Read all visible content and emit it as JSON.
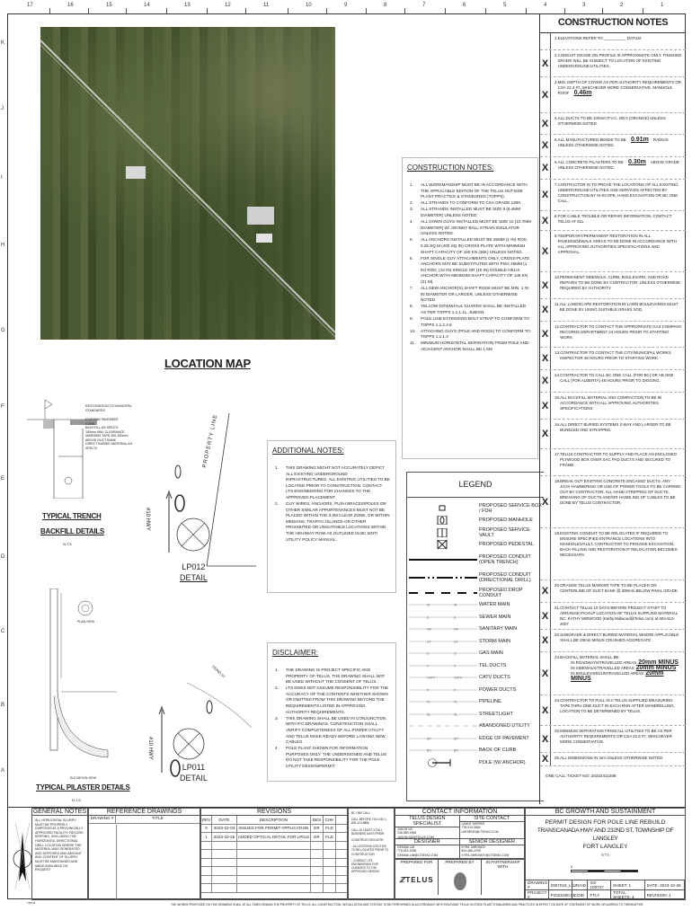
{
  "sheet": {
    "columns": [
      "17",
      "16",
      "15",
      "14",
      "13",
      "12",
      "11",
      "10",
      "9",
      "8",
      "7",
      "6",
      "5",
      "4",
      "3",
      "2",
      "1"
    ],
    "rows": [
      "K",
      "J",
      "I",
      "H",
      "G",
      "F",
      "E",
      "D",
      "C",
      "B",
      "A"
    ]
  },
  "location_map": {
    "title": "LOCATION MAP",
    "hwy_label": "#10 HWY",
    "property_label": "PROPERTY LINE",
    "road_label": "232ND ST"
  },
  "trench": {
    "title1": "TYPICAL TRENCH",
    "title2": "BACKFILL DETAILS",
    "scale": "N.T.S.",
    "labels": [
      "RESTORATION TO MUNICIPAL STANDARDS",
      "EXISTING PAVEMENT",
      "CURB",
      "BACKFILL AS SPEC'D",
      "150mm MIN. CLEARANCE",
      "WARNING TAPE 300-450mm ABOVE DUCT BANK",
      "DIRECT BURIED MATERIAL AS SPEC'D"
    ]
  },
  "pilaster": {
    "title": "TYPICAL PILASTER DETAILS",
    "scale": "N.T.S.",
    "plan_view": "PLAN VIEW",
    "elevation_view": "ELEVATION VIEW"
  },
  "details": [
    {
      "name": "LP012",
      "label": "DETAIL"
    },
    {
      "name": "LP011",
      "label": "DETAIL"
    }
  ],
  "construction_notes": {
    "title": "CONSTRUCTION NOTES:",
    "items": [
      "ALL WORKMANSHIP MUST BE IN ACCORDANCE WITH THE APPLICABLE EDITION OF THE TELUS OUTSIDE PLANT PRACTICE & STANDARDS (TOPPS).",
      "ALL STRANDS TO CONFORM TO CSA GRADE 1300.",
      "ALL STRANDS INSTALLED MUST BE SIZE 6 (6.4MM DIAMETER) UNLESS NOTED.",
      "ALL DOWN GUYS INSTALLED MUST BE SIZE 10 (10.7MM DIAMETER) W/ JOHNNY BALL STRAIN INSULATOR UNLESS NOTED.",
      "ALL ANCHORS INSTALLED MUST BE 25MM (1 IN) ROD, 0.25 SQ.M (400 SQ IN) CROSS-PLATE WITH MINIMUM SHAFT CAPACITY OF 160 KN (36K) UNLESS NOTED.",
      "FOR SINGLE GUY ATTACHMENTS ONLY, CROSS-PLATE ANCHORS MAY BE SUBSTITUTED WITH PISA 25MM (1 IN) ROD, (14 IN) SINGLE OR (10 IN) DOUBLE HELIX ANCHOR WITH MINIMUM SHAFT CAPACITY OF 136 KN (31 M).",
      "ALL NEW ANCHOR(S) SHAFT RODS MUST BE MIN. 1 IN IN DIAMETER OR LARGER, UNLESS OTHERWISE NOTED.",
      "YELLOW DOWNHAUL GUARDS SHALL BE INSTALLED AS PER TOPPS 1.1.1.11, JUBIGN.",
      "POLE LINE EXTENSION BOLT STRAP TO CONFORM TO TOPPS 1.1.2.4.5",
      "ATTACHING GUYS (POLE AND RODS) TO CONFORM TO TOPPS 1.1.1.4",
      "MINIMUM HORIZONTAL SEPARATION FROM POLE AND ADJACENT ANCHOR SHALL BE 1.5M"
    ]
  },
  "additional_notes": {
    "title": "ADDITIONAL NOTES:",
    "items": [
      "THIS DRAWING MIGHT NOT ACCURATELY DEPICT ALL EXISTING UNDERGROUND INFRASTRUCTURES. ALL EXISTING UTILITIES TO BE LOCATED PRIOR TO CONSTRUCTION. CONTACT LTS ENGINEERING FOR CHANGES TO THE APPROVED PLACEMENT.",
      "GUY WIRES, ANCHORS, PUSH BRACES/POLES OR OTHER SIMILAR APPURTENANCES MUST NOT BE PLACED WITHIN THE 3.0M CLEAR ZONE, OR WITHIN MEDIANS, TRAFFIC ISLANDS OR OTHER PROHIBITED OR UNSUITABLE LOCATIONS WITHIN THE HIGHWAY ROW AS OUTLINED IN BC MOTI UTILITY POLICY MANUAL."
    ]
  },
  "disclaimer": {
    "title": "DISCLAIMER:",
    "items": [
      "THE DRAWING IS PROJECT SPECIFIC AND PROPERTY OF TELUS, THE DRAWING SHALL NOT BE USED WITHOUT THE CONSENT OF TELUS.",
      "LTS DOES NOT ASSUME RESPONSIBILITY FOR THE ACCURACY OF THE CONTENTS WHETHER SHOWN OR OMITTED FROM THIS DRAWING BEYOND THE REQUIREMENTS LISTED IN APPROVING AUTHORITY REQUIREMENTS.",
      "THIS DRAWING SHALL BE USED IN CONJUNCTION WITH IFC DRAWINGS. CONSTRUCTION SHALL VERIFY COMPLETENESS OF ALL POWER UTILITY AND TELUS MAKE READY BEFORE LASHING NEW CABLES.",
      "POLE PLANT SHOWN FOR INFORMATION PURPOSES ONLY. THE UNDERSIGNED AND TELUS DO NOT TAKE RESPONSIBILITY FOR THE POLE UTILITY DESIGN/PERMIT."
    ]
  },
  "legend": {
    "title": "LEGEND",
    "items": [
      {
        "label": "PROPOSED SERVICE BOX / FDH",
        "symbol": "small-box"
      },
      {
        "label": "PROPOSED MANHOLE",
        "symbol": "manhole"
      },
      {
        "label": "PROPOSED SERVICE VAULT",
        "symbol": "vault"
      },
      {
        "label": "PROPOSED PEDESTAL",
        "symbol": "pedestal"
      },
      {
        "label": "PROPOSED CONDUIT (OPEN TRENCH)",
        "symbol": "solid-thick"
      },
      {
        "label": "PROPOSED CONDUIT (DIRECTIONAL DRILL)",
        "symbol": "dash-dot-thick"
      },
      {
        "label": "PROPOSED DROP CONDUIT",
        "symbol": "dash-thick"
      },
      {
        "label": "WATER MAIN",
        "symbol": "line",
        "code": "W"
      },
      {
        "label": "SEWER MAIN",
        "symbol": "line",
        "code": "S"
      },
      {
        "label": "SANITARY MAIN",
        "symbol": "line",
        "code": "SA"
      },
      {
        "label": "STORM MAIN",
        "symbol": "line",
        "code": "ST"
      },
      {
        "label": "GAS MAIN",
        "symbol": "line",
        "code": "G"
      },
      {
        "label": "TEL DUCTS",
        "symbol": "line",
        "code": "T"
      },
      {
        "label": "CATV DUCTS",
        "symbol": "line",
        "code": "CATV"
      },
      {
        "label": "POWER DUCTS",
        "symbol": "line",
        "code": "P"
      },
      {
        "label": "PIPELINE",
        "symbol": "line",
        "code": "PL"
      },
      {
        "label": "STREETLIGHT",
        "symbol": "line",
        "code": "SL"
      },
      {
        "label": "ABANDONED UTILITY",
        "symbol": "dash-thin"
      },
      {
        "label": "EDGE OF PAVEMENT",
        "symbol": "line",
        "code": "EP"
      },
      {
        "label": "BACK OF CURB",
        "symbol": "line",
        "code": "BC"
      },
      {
        "label": "POLE (W/ ANCHOR)",
        "symbol": "pole-anchor"
      }
    ]
  },
  "right_notes": {
    "title": "CONSTRUCTION NOTES",
    "mark": "X",
    "items": [
      {
        "n": "1.",
        "text": "ELEVATIONS REFER TO __________ DATUM.",
        "x": false
      },
      {
        "n": "2.",
        "text": "CONDUIT GRADE ON PROFILE IS APPROXIMATE ONLY. FINISHED GRADE WILL BE SUBJECT TO LOCATION OF EXISTING UNDERGROUND UTILITIES.",
        "x": true
      },
      {
        "n": "3.",
        "text": "MIN. DEPTH OF COVER AS PER AUTHORITY REQUIREMENTS OR CSA 22.3 #7, WHICHEVER MORE CONSERVATIVE. MANHOLE ROOF",
        "value": "0.46m",
        "x": true
      },
      {
        "n": "4.",
        "text": "ALL DUCTS TO BE 100mm P.V.C. DB II (ORANGE) UNLESS OTHERWISE NOTED.",
        "x": true
      },
      {
        "n": "5.",
        "text": "ALL MANUFACTURED BENDS TO BE",
        "value": "0.91m",
        "text2": "RADIUS UNLESS OTHERWISE NOTED.",
        "x": true
      },
      {
        "n": "6.",
        "text": "ALL CONCRETE PILASTERS TO BE",
        "value": "0.30m",
        "text2": "ABOVE GRADE UNLESS OTHERWISE NOTED.",
        "x": true
      },
      {
        "n": "7.",
        "text": "CONTRACTOR IS TO PROVE THE LOCATIONS OF ALL EXISTING UNDERGROUND UTILITIES AND SERVICES AFFECTED BY CONSTRUCTION BY M-SCOPE, HAND EXCAVATION OR BC ONE CALL.",
        "x": true
      },
      {
        "n": "8.",
        "text": "FOR CABLE TROUBLE OR REPAIR INFORMATION, CONTACT TELUS AT 611.",
        "x": true
      },
      {
        "n": "9.",
        "text": "TEMPORARY/PERMANENT RESTORATION IN ALL PAVED/SIDEWALK AREAS TO BE DONE IN ACCORDANCE WITH ALL APPROVING AUTHORITIES SPECIFICATIONS AND APPROVAL.",
        "x": true
      },
      {
        "n": "10.",
        "text": "PERMANENT SIDEWALK, CURB, BOULEVARD, AND ROAD REPAIRS TO BE DONE BY CONTRACTOR, UNLESS OTHERWISE REQUIRED BY AUTHORITY.",
        "x": true
      },
      {
        "n": "11.",
        "text": "ALL LANDSCAPE RESTORATION IN LAWN BOULEVARDS MUST BE DONE BY USING SUITABLE GRASS SOD.",
        "x": true
      },
      {
        "n": "12.",
        "text": "CONTRACTOR TO CONTACT THE APPROPRIATE GAS COMPANY RECORDS DEPARTMENT 24 HOURS PRIOR TO STARTING WORK.",
        "x": true
      },
      {
        "n": "13.",
        "text": "CONTRACTOR TO CONTACT THE CITY/MUNICIPAL WORKS INSPECTOR 48 HOURS PRIOR TO STARTING WORK.",
        "x": true
      },
      {
        "n": "14.",
        "text": "CONTRACTOR TO CALL BC ONE CALL (FOR BC) OR AB ONE CALL (FOR ALBERTA) 48 HOURS PRIOR TO DIGGING.",
        "x": true
      },
      {
        "n": "15.",
        "text": "ALL BACKFILL MATERIAL AND COMPACTION TO BE IN ACCORDANCE WITH ALL APPROVING AUTHORITIES SPECIFICATIONS.",
        "x": true
      },
      {
        "n": "16.",
        "text": "ALL DIRECT BURIED SYSTEMS 2-WAY AND LARGER TO BE BUNDLED AND STRAPPED.",
        "x": true
      },
      {
        "n": "17.",
        "text": "TELUS CONTRACTOR TO SUPPLY AND PLACE AN ENCLOSED PLYWOOD BOX OVER SAC PAD DUCTS AND SECURED TO FRAME.",
        "x": false
      },
      {
        "n": "18.",
        "text": "BREAK OUT EXISTING CONCRETE ENCASED DUCTS. ANY JACK-HAMMERING OR USE OF POWER TOOLS TO BE CARRIED OUT BY CONTRACTOR. ALL HAND STRIPPING OF DUCTS, BREAKING OF DUCTS AND/OR HANDLING OF CABLES TO BE DONE BY TELUS CONTRACTOR.",
        "x": true
      },
      {
        "n": "19.",
        "text": "EXISTING CONDUIT TO BE RELOCATED IF REQUIRED TO ENSURE SPECIFIED ENTRANCE LOCATIONS INTO MANHOLE/VAULT. CONTRACTOR TO PROVIDE EXCAVATION, BACK-FILLING AND RESTORATION IF RELOCATION BECOMES NECESSARY.",
        "x": false
      },
      {
        "n": "20.",
        "text": "ORANGE TELUS MARKER TAPE TO BE PLACED ON CENTERLINE OF DUCT BANK @ 300mm BELOW FINAL GRADE.",
        "x": true
      },
      {
        "n": "21.",
        "text": "CONTACT TELUS 10 DAYS BEFORE PROJECT START TO ARRANGE PICKUP LOCATION OF TELUS SUPPLIED MATERIAL. BC: KATHY MIDWOOD (Kathy.Midwood@Telus.com) at 604-813-2007",
        "x": true
      },
      {
        "n": "22.",
        "text": "SUBGRADE & DIRECT BURIED MATERIAL WHERE APPLICABLE SHALL BE 20mm MINUS CRUSHED AGGREGATE.",
        "x": true
      },
      {
        "n": "23.",
        "text": "BACKFILL MATERIAL SHALL BE:",
        "sub": [
          {
            "label": "IN ROADWAYS/TRAVELLED AREAS",
            "value": "20mm MINUS"
          },
          {
            "label": "IN SIDEWALK/TRAVELLED AREAS",
            "value": "20mm MINUS"
          },
          {
            "label": "IN BOULEVARD/UNTRAVELLED AREAS",
            "value": "20mm MINUS"
          }
        ],
        "x": true
      },
      {
        "n": "24.",
        "text": "CONTRACTOR TO PULL IN A TELUS SUPPLIED MEASURING TAPE THRU ONE DUCT IN EACH RUN AFTER MANDRELLING, LOCATION TO BE DETERMINED BY TELUS.",
        "x": true
      },
      {
        "n": "25.",
        "text": "MINIMUM SEPARATION FROM ALL UTILITIES TO BE AS PER AUTHORITY REQUIREMENTS OR CSA 22.3 #7, WHICHEVER MORE CONSERVATIVE.",
        "x": true
      },
      {
        "n": "26.",
        "text": "ALL DIMENSIONS IN mm UNLESS OTHERWISE NOTED.",
        "x": true
      }
    ],
    "ticket": "ONE CALL TICKET NO: 20232411288"
  },
  "title_block": {
    "general_notes": {
      "title": "GENERAL NOTES",
      "text": "ALL HORIZONTAL SLURRY MUST BE PROPERLY DISPOSED AT A PROVINCIALLY APPROVED FACILITY. RECORD KEEPING, INCLUDING THE HORIZONTAL DIRECTIONAL DRILL LOCATION WHERE THE MATERIAL WAS GENERATED AND DISPOSED AND AMOUNT AND CONTENT OF SLURRY, MUST BE MAINTAINED AND MADE AVAILABLE ON REQUEST."
    },
    "reference": {
      "title": "REFERENCE DRAWINGS",
      "col_drawing": "DRAWING #",
      "col_title": "TITLE"
    },
    "revisions": {
      "title": "REVISIONS",
      "cols": [
        "REV",
        "DATE",
        "DESCRIPTION",
        "DES",
        "CHK"
      ],
      "rows": [
        [
          "0",
          "2023-10-03",
          "ISSUED FOR PERMIT APPLICATION",
          "ER",
          "FLD"
        ],
        [
          "1",
          "2023-10-26",
          "ADDED OPTICAL DETAIL FOR LP012",
          "ER",
          "FLD"
        ]
      ]
    },
    "call_notes": [
      "BC ONE CALL",
      "CALL BEFORE YOU DIG 1-800-474-6886",
      "CALL AT LEAST 3 FULL BUSINESS DAYS PRIOR",
      "CONSTRUCTION NOTE:",
      "- ALL EXISTING UTILITIES TO BE LOCATED PRIOR TO CONSTRUCTION",
      "- CONSULT LTS ENGINEERING FOR CHANGES TO THE APPROVED DESIGN"
    ],
    "contact": {
      "title": "CONTACT INFORMATION",
      "sections": [
        {
          "title": "TELUS DESIGN SPECIALIST",
          "lines": [
            "JASON NG",
            "236-989-1965",
            "JASON.NG@TELUS.COM"
          ]
        },
        {
          "title": "SITE CONTACT",
          "lines": [
            "LANCE MORRIS",
            "778-919-5684",
            "LMORRIS@LTSENG.COM"
          ]
        },
        {
          "title": "DESIGNER",
          "lines": [
            "GEMMA LIM",
            "778-919-2098",
            "GEMMA.LIM@LTSENG.COM"
          ]
        },
        {
          "title": "SENIOR DESIGNER",
          "lines": [
            "KYRIL MIRONOV",
            "604-486-2035",
            "KYRIL.MIRONOV@LTSENG.COM"
          ]
        }
      ],
      "prepared_for": "PREPARED FOR",
      "prepared_by": "PREPARED BY",
      "partnership": "IN PARTNERSHIP WITH",
      "telus_logo": "TELUS"
    },
    "project": {
      "header": "BC GROWTH AND SUSTAINMENT",
      "line1": "PERMIT DESIGN FOR POLE LINE REBUILD",
      "line2": "TRANSCANADA HWY AND 232ND ST, TOWNSHIP OF LANGLEY",
      "line3": "FORT LANGLEY",
      "scale": "NTS",
      "scale_zero": "0"
    },
    "meta": [
      [
        "DRAWING #",
        "2907018_LI1",
        "JRAID",
        "GS-100747",
        "SHEET: 1",
        "DATE: 2023-10-26"
      ],
      [
        "PROJECT #",
        "P2022280.01",
        "COID",
        "FTLY",
        "TOTAL SHEETS: 4",
        "REVISION: 1"
      ]
    ]
  },
  "footer": "THE WORKS PROPOSED ON THIS DRAWING SHALL AT ALL TIMES REMAIN THE PROPERTY OF TELUS. ALL CONSTRUCTION, INSTALLATION AND TESTING TO BE PERFORMED IN ACCORDANCE WITH RELEVANT TELUS OUTSIDE PLANT STANDARDS AND PRACTICES IN EFFECT ON DATE OF STATEMENT OF WORK OR AGREED TO THEREAFTER",
  "footer_left": "TMS R"
}
